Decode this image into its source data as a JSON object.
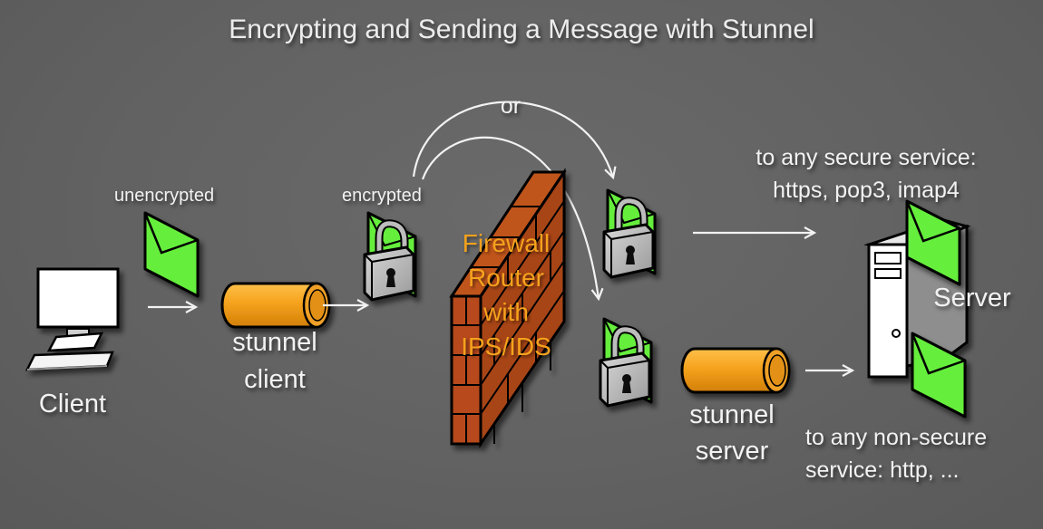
{
  "title": "Encrypting and Sending a Message with Stunnel",
  "labels": {
    "unencrypted": "unencrypted",
    "encrypted": "encrypted",
    "or": "or",
    "client": "Client",
    "stunnel_client_line1": "stunnel",
    "stunnel_client_line2": "client",
    "stunnel_server_line1": "stunnel",
    "stunnel_server_line2": "server",
    "server": "Server",
    "secure_line1": "to any secure service:",
    "secure_line2": "https, pop3, imap4",
    "nonsecure_line1": "to any non-secure",
    "nonsecure_line2": "service: http, ..."
  },
  "firewall": {
    "lines": [
      "Firewall",
      "Router",
      "with",
      "IPS/IDS"
    ]
  },
  "colors": {
    "background": "#626262",
    "envelope": "#66ee3c",
    "tunnel": "#f5a21d",
    "brick": "#b5481c",
    "firewall_text": "#f5a21d",
    "text": "#f2f2f2"
  }
}
